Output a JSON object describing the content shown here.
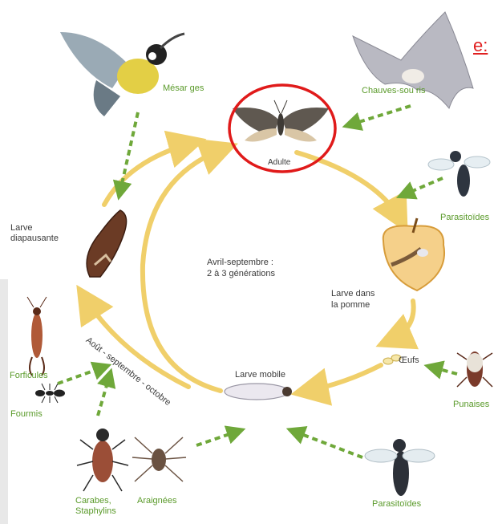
{
  "corner_fragment": "e:",
  "center": {
    "line1": "Avril-septembre :",
    "line2": "2 à 3 générations"
  },
  "stages": {
    "adult": "Adulte",
    "larva_apple_line1": "Larve dans",
    "larva_apple_line2": "la pomme",
    "eggs": "Œufs",
    "mobile_larva": "Larve mobile",
    "diapause_line1": "Larve",
    "diapause_line2": "diapausante"
  },
  "arc_label": "Août - septembre - octobre",
  "predators": {
    "tits": "Mésar ges",
    "bats": "Chauves-sou ris",
    "parasitoids_top": "Parasitoïdes",
    "bugs": "Punaises",
    "parasitoids_bottom": "Parasitoïdes",
    "spiders": "Araignées",
    "beetles_line1": "Carabes,",
    "beetles_line2": "Staphylins",
    "ants": "Fourmis",
    "earwigs": "Forficules"
  },
  "colors": {
    "cycle_arrow": "#f0cf6a",
    "predator_arrow": "#6fa83a",
    "highlight": "#e01a1a",
    "label_green": "#5a9a2a"
  }
}
